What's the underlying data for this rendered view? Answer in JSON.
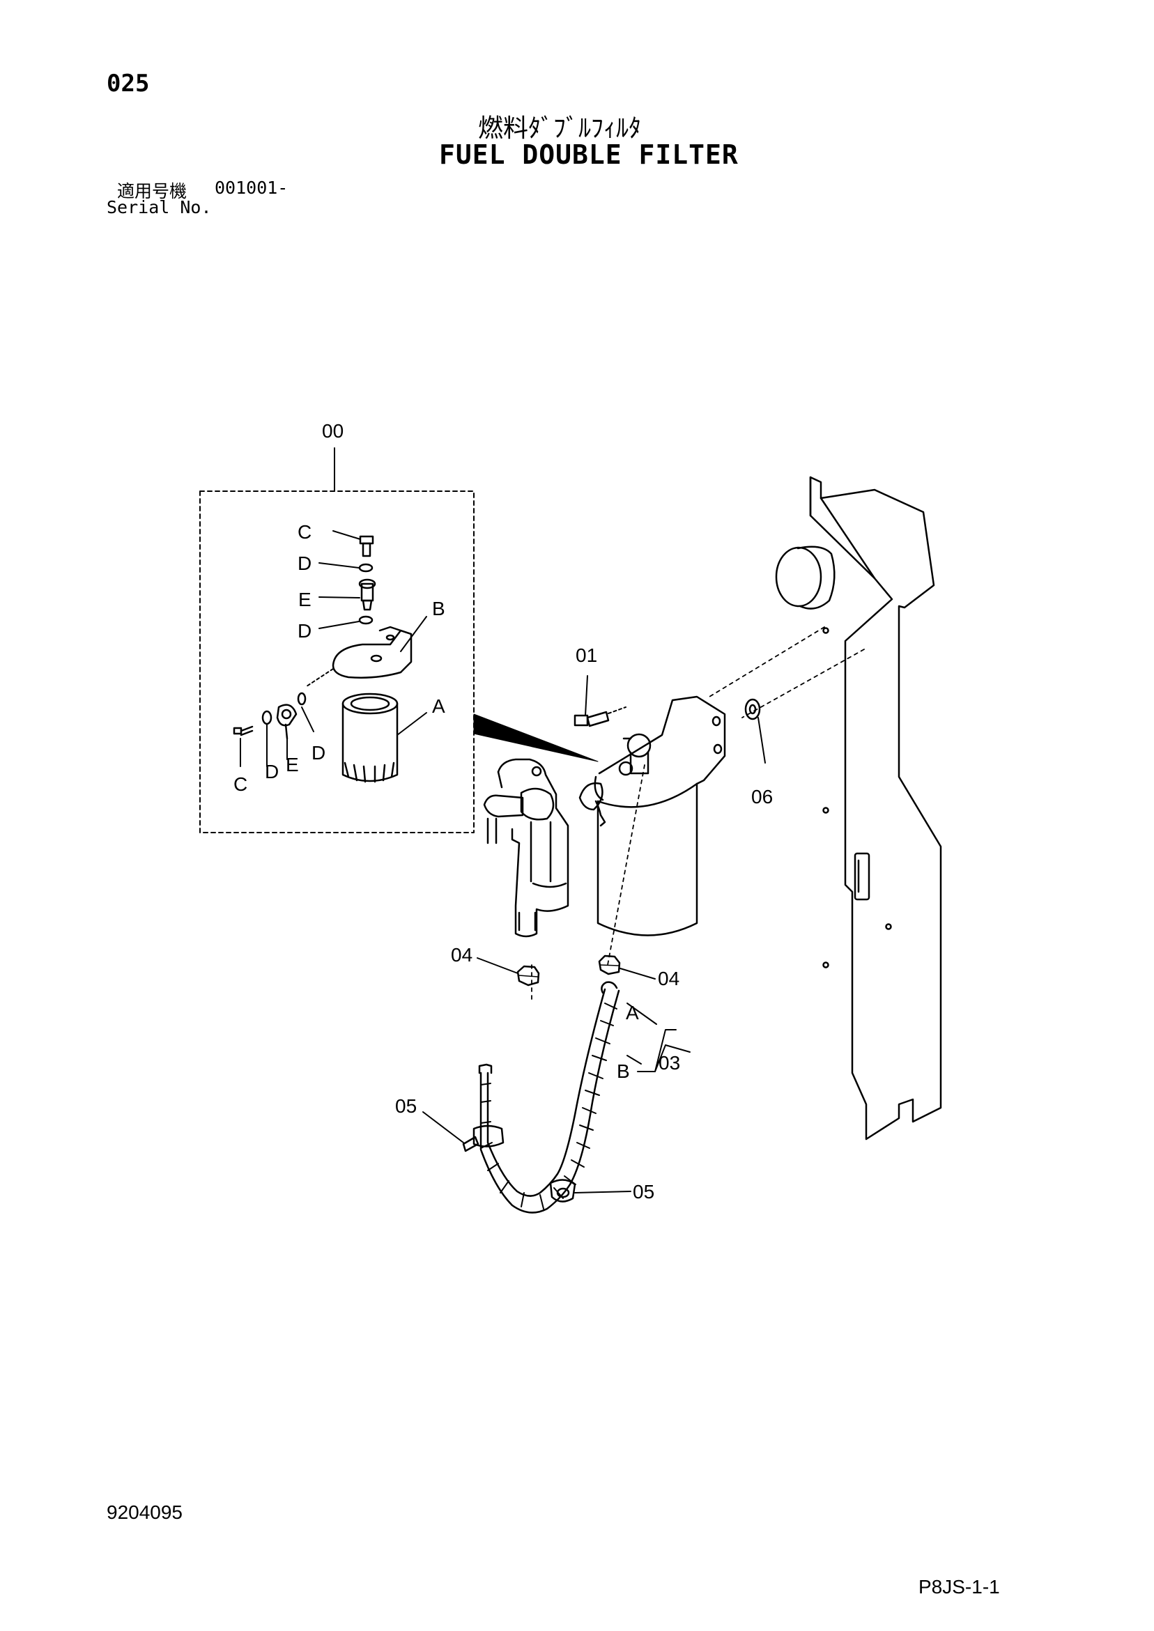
{
  "header": {
    "page_number": "025",
    "title_jp": "燃料ﾀﾞﾌﾞﾙﾌｨﾙﾀ",
    "title_en": "FUEL DOUBLE FILTER",
    "serial_label_jp": "適用号機",
    "serial_value": "001001-",
    "serial_label_en": "Serial No."
  },
  "callouts": {
    "assembly": "00",
    "bolt": "01",
    "hose": "03",
    "nut_left": "04",
    "nut_right": "04",
    "clamp_left": "05",
    "clamp_right": "05",
    "washer": "06",
    "hose_a": "A",
    "hose_b": "B",
    "detail_c_top": "C",
    "detail_d_top1": "D",
    "detail_e_top": "E",
    "detail_d_top2": "D",
    "detail_b": "B",
    "detail_a": "A",
    "detail_c_bottom": "C",
    "detail_d_bottom1": "D",
    "detail_e_bottom": "E",
    "detail_d_bottom2": "D"
  },
  "footer": {
    "doc_number": "9204095",
    "page_ref": "P8JS-1-1"
  }
}
